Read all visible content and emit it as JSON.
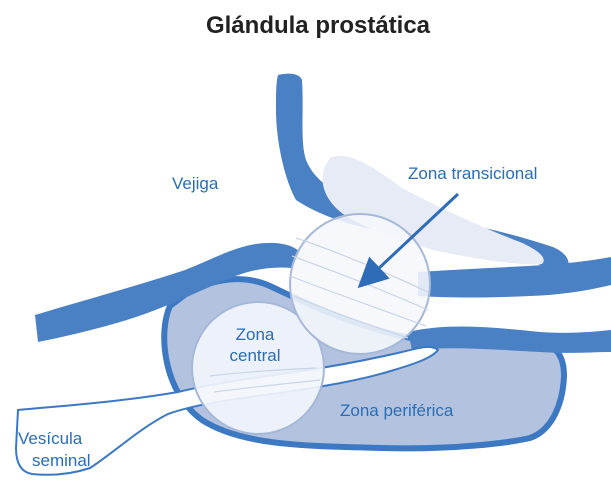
{
  "title": "Glándula prostática",
  "labels": {
    "bladder": "Vejiga",
    "transitional_zone": "Zona transicional",
    "central_zone_line1": "Zona",
    "central_zone_line2": "central",
    "peripheral_zone": "Zona periférica",
    "seminal_vesicle_line1": "Vesícula",
    "seminal_vesicle_line2": "seminal"
  },
  "colors": {
    "wall_blue": "#4a80c4",
    "peripheral_fill": "#b3c3df",
    "zone_fill": "#e6ebf6",
    "label_blue": "#2a6db5",
    "circle_stroke": "#a6b8d8"
  }
}
